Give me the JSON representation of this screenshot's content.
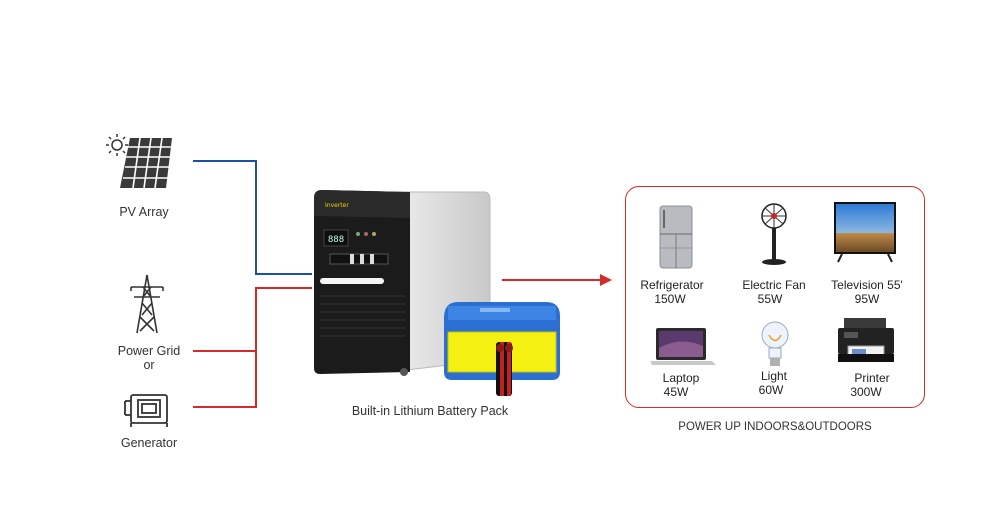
{
  "sources": {
    "pv_array": "PV Array",
    "power_grid": "Power Grid",
    "or": "or",
    "generator": "Generator"
  },
  "inverter": {
    "brand": "Inverter",
    "caption": "Built-in Lithium Battery Pack"
  },
  "appliances": [
    {
      "name": "Refrigerator",
      "power": "150W",
      "icon": "refrigerator-icon"
    },
    {
      "name": "Electric Fan",
      "power": "55W",
      "icon": "fan-icon"
    },
    {
      "name": "Television 55'",
      "power": "95W",
      "icon": "television-icon"
    },
    {
      "name": "Laptop",
      "power": "45W",
      "icon": "laptop-icon"
    },
    {
      "name": "Light",
      "power": "60W",
      "icon": "light-bulb-icon"
    },
    {
      "name": "Printer",
      "power": "300W",
      "icon": "printer-icon"
    }
  ],
  "footer": "POWER UP INDOORS&OUTDOORS",
  "colors": {
    "pv_line": "#1d4fa3",
    "grid_line": "#d42a2a",
    "box_border": "#d42a2a",
    "battery_blue": "#2a6fd1",
    "battery_yellow": "#f4f012"
  }
}
